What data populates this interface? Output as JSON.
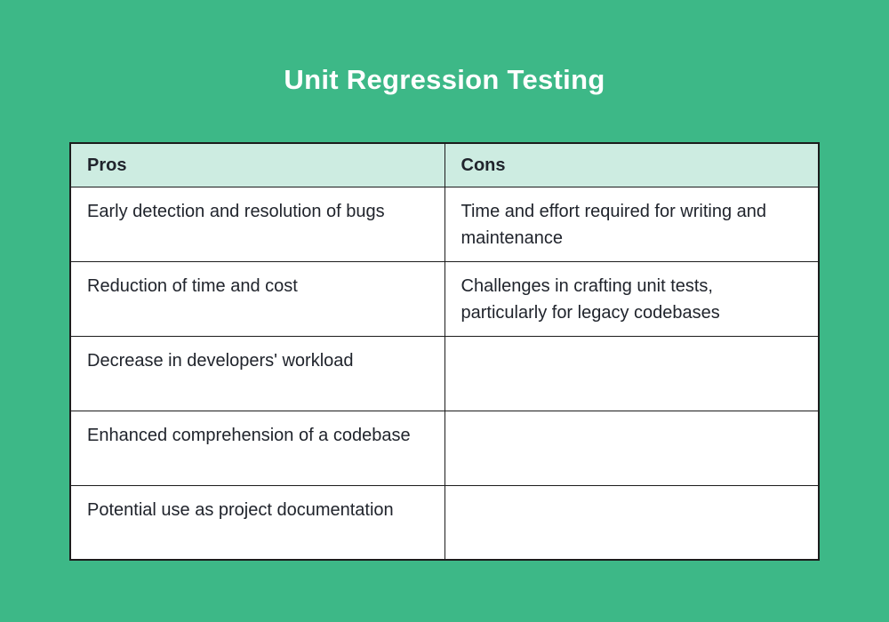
{
  "page": {
    "title": "Unit Regression Testing",
    "colors": {
      "background": "#3db887",
      "title_color": "#ffffff",
      "header_bg": "#cdece1",
      "cell_bg": "#ffffff",
      "border": "#1c1c1c",
      "text": "#20242c"
    }
  },
  "table": {
    "columns": [
      "Pros",
      "Cons"
    ],
    "rows": [
      [
        "Early detection and resolution of bugs",
        "Time and effort required for writing and maintenance"
      ],
      [
        "Reduction of time and cost",
        "Challenges in crafting unit tests, particularly for legacy codebases"
      ],
      [
        "Decrease in developers' workload",
        ""
      ],
      [
        "Enhanced comprehension of a codebase",
        ""
      ],
      [
        "Potential use as project documentation",
        ""
      ]
    ]
  }
}
